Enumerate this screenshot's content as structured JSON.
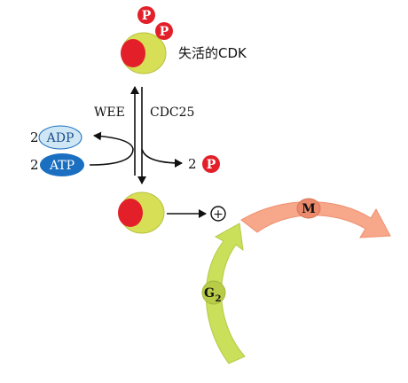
{
  "labels": {
    "inactive_cdk": "失活的CDK",
    "wee": "WEE",
    "cdc25": "CDC25",
    "adp_count": "2",
    "adp": "ADP",
    "atp_count": "2",
    "atp": "ATP",
    "phosphate_count": "2",
    "phosphate_symbol": "P",
    "plus": "+",
    "m_phase": "M",
    "g2_phase": "G",
    "g2_sub": "2"
  },
  "colors": {
    "cyclin": "#d6df55",
    "cdk_red": "#e3202a",
    "phosphate_red": "#e3202a",
    "adp_fill": "#cfe6f5",
    "atp_fill": "#1b6fc1",
    "m_arrow": "#f7a88a",
    "g2_arrow": "#cadf5a",
    "line": "#111111"
  }
}
